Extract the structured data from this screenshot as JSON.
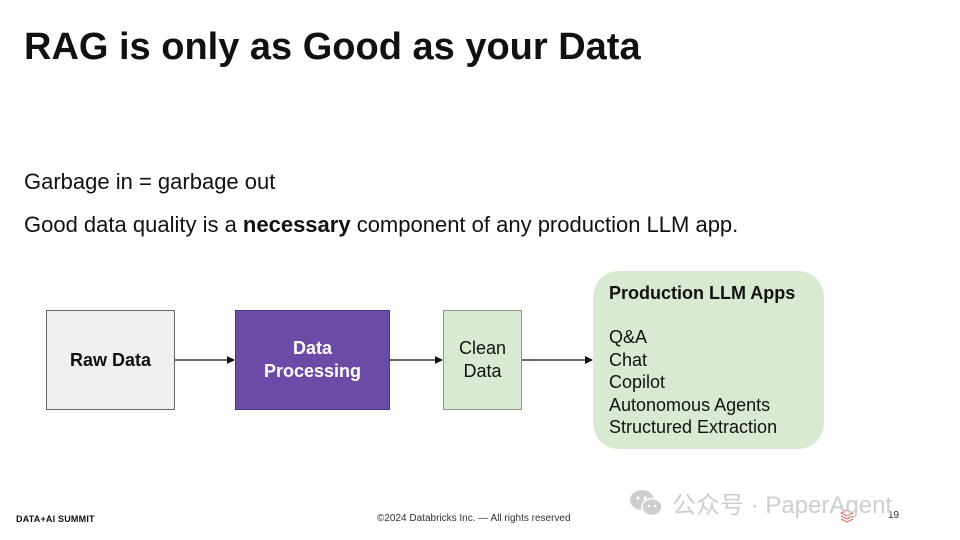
{
  "slide": {
    "title": "RAG is only as Good as your Data",
    "line1": "Garbage in = garbage out",
    "line2_before": "Good data quality is a ",
    "line2_bold": "necessary",
    "line2_after": " component of any production LLM app."
  },
  "diagram": {
    "raw_data": "Raw Data",
    "data_processing": "Data\nProcessing",
    "clean_data": "Clean\nData",
    "apps_title": "Production LLM Apps",
    "apps_items": [
      "Q&A",
      "Chat",
      "Copilot",
      "Autonomous Agents",
      "Structured Extraction"
    ]
  },
  "footer": {
    "logo": "DATA+AI SUMMIT",
    "copyright": "©2024 Databricks Inc. — All rights reserved",
    "page_number": "19",
    "watermark": "公众号 · PaperAgent"
  },
  "colors": {
    "processing": "#6a4ca6",
    "clean": "#d9ead3",
    "raw": "#efefef"
  }
}
